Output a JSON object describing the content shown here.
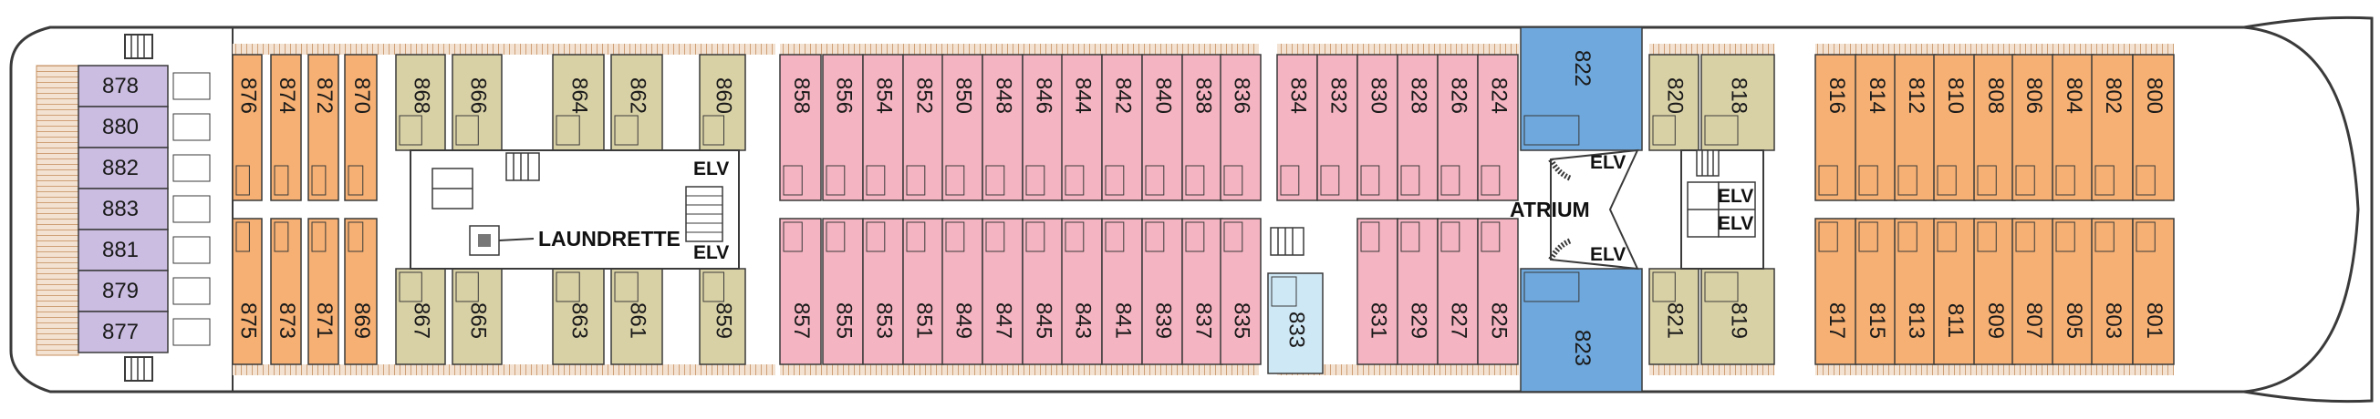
{
  "colors": {
    "lavender": "#cbbde1",
    "orange": "#f6b073",
    "khaki": "#d9d1a6",
    "pink": "#f5b4c1",
    "light_blue": "#cfe8f6",
    "blue": "#6fa8dc",
    "white": "#ffffff",
    "outline": "#3a3a3a",
    "balcony": "#c68f5f"
  },
  "labels": {
    "laundrette": "LAUNDRETTE",
    "atrium": "ATRIUM",
    "elv": "ELV"
  },
  "bow_cabins": [
    "878",
    "880",
    "882",
    "883",
    "881",
    "879",
    "877"
  ],
  "cabins": {
    "top_row": [
      {
        "id": "876",
        "color": "orange"
      },
      {
        "id": "874",
        "color": "orange"
      },
      {
        "id": "872",
        "color": "orange"
      },
      {
        "id": "870",
        "color": "orange"
      },
      {
        "id": "868",
        "color": "khaki"
      },
      {
        "id": "866",
        "color": "khaki"
      },
      {
        "id": "864",
        "color": "khaki"
      },
      {
        "id": "862",
        "color": "khaki"
      },
      {
        "id": "860",
        "color": "khaki"
      },
      {
        "id": "858",
        "color": "pink"
      },
      {
        "id": "856",
        "color": "pink"
      },
      {
        "id": "854",
        "color": "pink"
      },
      {
        "id": "852",
        "color": "pink"
      },
      {
        "id": "850",
        "color": "pink"
      },
      {
        "id": "848",
        "color": "pink"
      },
      {
        "id": "846",
        "color": "pink"
      },
      {
        "id": "844",
        "color": "pink"
      },
      {
        "id": "842",
        "color": "pink"
      },
      {
        "id": "840",
        "color": "pink"
      },
      {
        "id": "838",
        "color": "pink"
      },
      {
        "id": "836",
        "color": "pink"
      },
      {
        "id": "834",
        "color": "pink"
      },
      {
        "id": "832",
        "color": "pink"
      },
      {
        "id": "830",
        "color": "pink"
      },
      {
        "id": "828",
        "color": "pink"
      },
      {
        "id": "826",
        "color": "pink"
      },
      {
        "id": "824",
        "color": "pink"
      },
      {
        "id": "822",
        "color": "blue"
      },
      {
        "id": "820",
        "color": "khaki"
      },
      {
        "id": "818",
        "color": "khaki"
      },
      {
        "id": "816",
        "color": "orange"
      },
      {
        "id": "814",
        "color": "orange"
      },
      {
        "id": "812",
        "color": "orange"
      },
      {
        "id": "810",
        "color": "orange"
      },
      {
        "id": "808",
        "color": "orange"
      },
      {
        "id": "806",
        "color": "orange"
      },
      {
        "id": "804",
        "color": "orange"
      },
      {
        "id": "802",
        "color": "orange"
      },
      {
        "id": "800",
        "color": "orange"
      }
    ],
    "bottom_row": [
      {
        "id": "875",
        "color": "orange"
      },
      {
        "id": "873",
        "color": "orange"
      },
      {
        "id": "871",
        "color": "orange"
      },
      {
        "id": "869",
        "color": "orange"
      },
      {
        "id": "867",
        "color": "khaki"
      },
      {
        "id": "865",
        "color": "khaki"
      },
      {
        "id": "863",
        "color": "khaki"
      },
      {
        "id": "861",
        "color": "khaki"
      },
      {
        "id": "859",
        "color": "khaki"
      },
      {
        "id": "857",
        "color": "pink"
      },
      {
        "id": "855",
        "color": "pink"
      },
      {
        "id": "853",
        "color": "pink"
      },
      {
        "id": "851",
        "color": "pink"
      },
      {
        "id": "849",
        "color": "pink"
      },
      {
        "id": "847",
        "color": "pink"
      },
      {
        "id": "845",
        "color": "pink"
      },
      {
        "id": "843",
        "color": "pink"
      },
      {
        "id": "841",
        "color": "pink"
      },
      {
        "id": "839",
        "color": "pink"
      },
      {
        "id": "837",
        "color": "pink"
      },
      {
        "id": "835",
        "color": "pink"
      },
      {
        "id": "833",
        "color": "light_blue"
      },
      {
        "id": "831",
        "color": "pink"
      },
      {
        "id": "829",
        "color": "pink"
      },
      {
        "id": "827",
        "color": "pink"
      },
      {
        "id": "825",
        "color": "pink"
      },
      {
        "id": "823",
        "color": "blue"
      },
      {
        "id": "821",
        "color": "khaki"
      },
      {
        "id": "819",
        "color": "khaki"
      },
      {
        "id": "817",
        "color": "orange"
      },
      {
        "id": "815",
        "color": "orange"
      },
      {
        "id": "813",
        "color": "orange"
      },
      {
        "id": "811",
        "color": "orange"
      },
      {
        "id": "809",
        "color": "orange"
      },
      {
        "id": "807",
        "color": "orange"
      },
      {
        "id": "805",
        "color": "orange"
      },
      {
        "id": "803",
        "color": "orange"
      },
      {
        "id": "801",
        "color": "orange"
      }
    ]
  }
}
